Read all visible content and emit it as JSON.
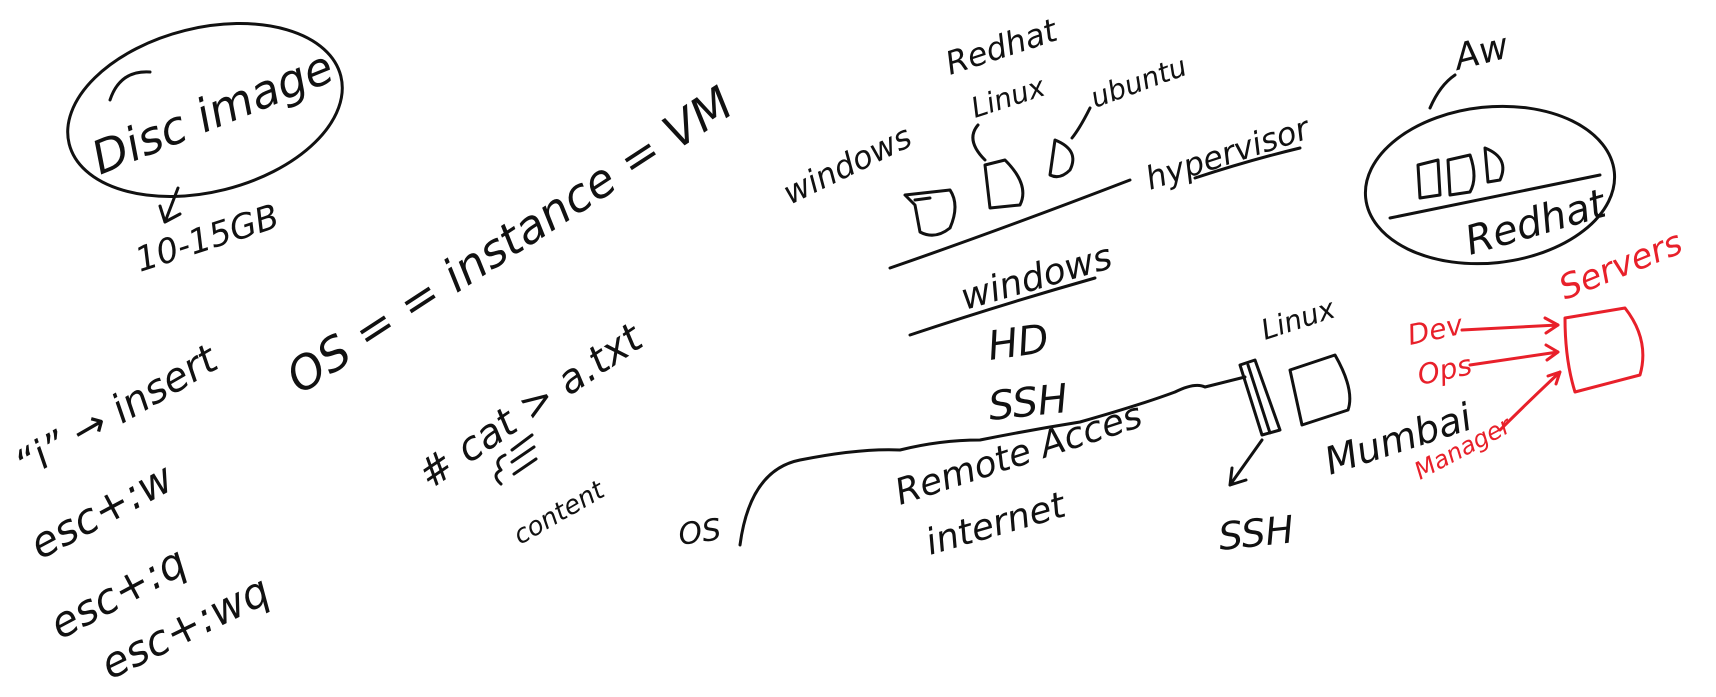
{
  "colors": {
    "ink": "#111111",
    "red_ink": "#e8202a",
    "background": "#ffffff"
  },
  "left": {
    "disc_image": "Disc image",
    "size": "10-15GB",
    "os_equation": "OS = = instance = VM",
    "insert_key": "“i” → insert",
    "esc_w": "esc+:w",
    "esc_q": "esc+:q",
    "esc_wq": "esc+:wq",
    "cat_command": "# cat > a.txt",
    "content": "content"
  },
  "hypervisor": {
    "redhat_linux_1": "Redhat",
    "redhat_linux_2": "Linux",
    "ubuntu": "ubuntu",
    "windows_top": "windows",
    "hypervisor_label": "hypervisor",
    "windows_base": "windows",
    "hd": "HD"
  },
  "remote": {
    "ssh_top": "SSH",
    "remote_access": "Remote Acces",
    "internet": "internet",
    "os_client": "OS",
    "linux": "Linux",
    "ssh_bottom": "SSH",
    "mumbai": "Mumbai"
  },
  "aws": {
    "aws_label": "Aw",
    "redhat": "Redhat"
  },
  "servers": {
    "servers_label": "Servers",
    "dev": "Dev",
    "ops": "Ops",
    "manager": "Manager"
  }
}
